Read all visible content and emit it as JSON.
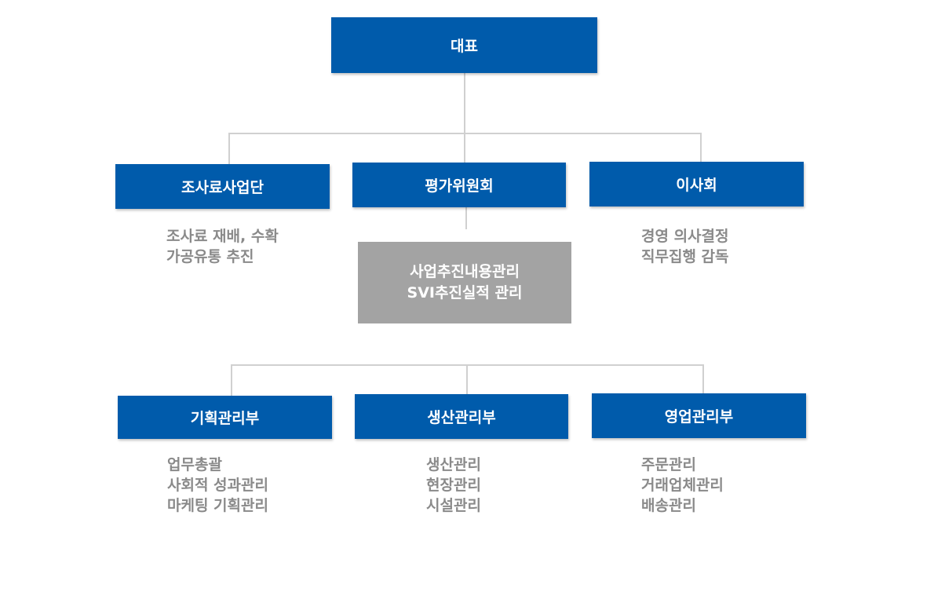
{
  "top": {
    "label": "대표"
  },
  "middle": [
    {
      "label": "조사료사업단",
      "desc": [
        "조사료 재배, 수확",
        "가공유통 추진"
      ]
    },
    {
      "label": "평가위원회",
      "detail": [
        "사업추진내용관리",
        "SVI추진실적 관리"
      ]
    },
    {
      "label": "이사회",
      "desc": [
        "경영 의사결정",
        "직무집행 감독"
      ]
    }
  ],
  "bottom": [
    {
      "label": "기획관리부",
      "desc": [
        "업무총괄",
        "사회적 성과관리",
        "마케팅 기획관리"
      ]
    },
    {
      "label": "생산관리부",
      "desc": [
        "생산관리",
        "현장관리",
        "시설관리"
      ]
    },
    {
      "label": "영업관리부",
      "desc": [
        "주문관리",
        "거래업체관리",
        "배송관리"
      ]
    }
  ],
  "colors": {
    "box": "#005bab",
    "grey_box": "#a3a3a3",
    "desc_text": "#8a8a8a",
    "connector": "#d0d0d0"
  }
}
